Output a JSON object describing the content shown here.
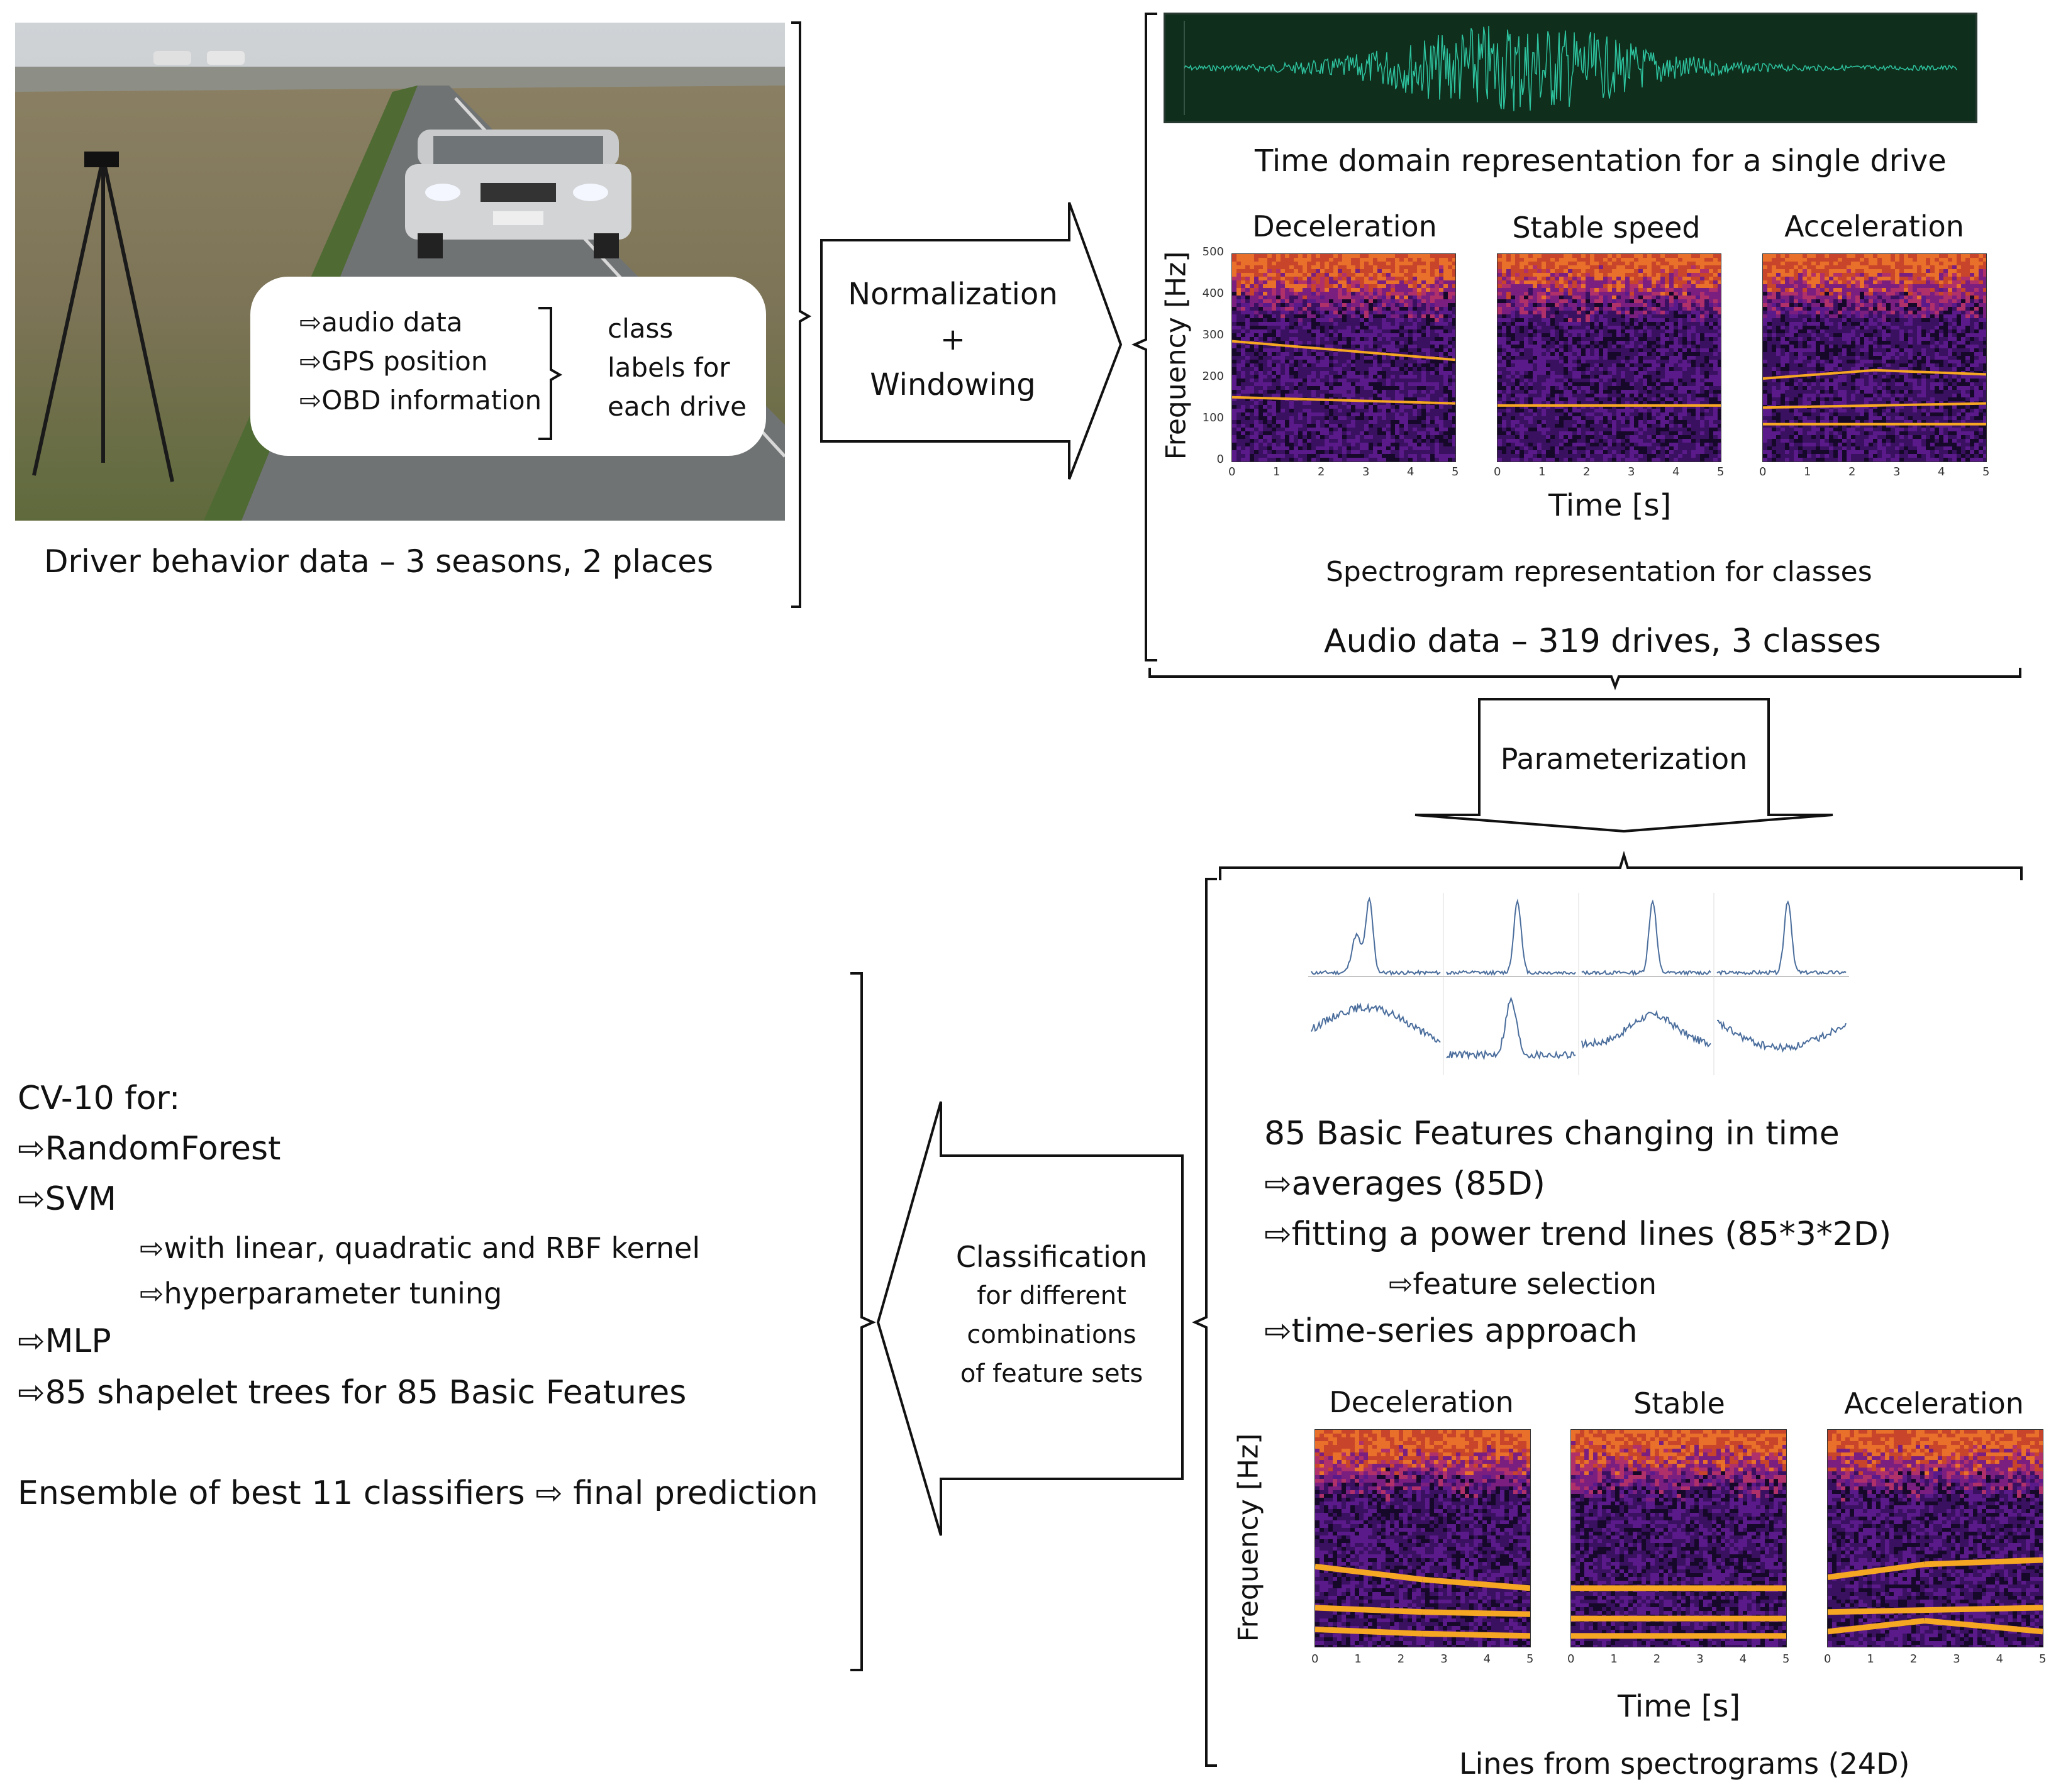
{
  "photo": {
    "overlay": {
      "items": [
        "⇨audio data",
        "⇨GPS position",
        "⇨OBD information"
      ],
      "class_label_lines": [
        "class",
        "labels for",
        "each drive"
      ]
    },
    "caption": "Driver behavior data – 3 seasons, 2 places"
  },
  "arrow_normalization": {
    "lines": [
      "Normalization",
      "+",
      "Windowing"
    ]
  },
  "audio": {
    "time_domain_caption": "Time domain representation for a single drive",
    "spectro_titles": [
      "Deceleration",
      "Stable speed",
      "Acceleration"
    ],
    "y_label": "Frequency [Hz]",
    "x_label": "Time [s]",
    "y_ticks": [
      "500",
      "400",
      "300",
      "200",
      "100",
      "0"
    ],
    "x_ticks": [
      "0",
      "1",
      "2",
      "3",
      "4",
      "5"
    ],
    "spectro_caption": "Spectrogram representation for classes",
    "caption": "Audio data – 319 drives, 3 classes"
  },
  "arrow_parameterization": {
    "label": "Parameterization"
  },
  "features": {
    "heading": "85 Basic Features changing in time",
    "items": [
      "⇨averages (85D)",
      "⇨fitting a power trend lines (85*3*2D)"
    ],
    "sub_item": "⇨feature selection",
    "last_item": "⇨time-series approach",
    "spectro_titles": [
      "Deceleration",
      "Stable",
      "Acceleration"
    ],
    "y_label": "Frequency [Hz]",
    "x_label": "Time [s]",
    "x_ticks": [
      "0",
      "1",
      "2",
      "3",
      "4",
      "5"
    ],
    "lines_caption": "Lines from spectrograms (24D)"
  },
  "arrow_classification": {
    "lines": [
      "Classification",
      "for different",
      "combinations",
      "of feature sets"
    ]
  },
  "cv": {
    "heading": "CV-10 for:",
    "items": [
      "⇨RandomForest",
      "⇨SVM"
    ],
    "svm_sub": [
      "⇨with linear, quadratic and RBF kernel",
      "⇨hyperparameter tuning"
    ],
    "items2": [
      "⇨MLP",
      "⇨85 shapelet trees for 85 Basic Features"
    ],
    "ensemble": "Ensemble of best 11 classifiers ⇨ final prediction"
  },
  "colors": {
    "spectrogram_bg": "#3a1060",
    "spectrogram_hot": "#e8702a",
    "trend_line": "#f5a623",
    "waveform": "#2ec4a0",
    "plot_line": "#4a6d9c"
  }
}
